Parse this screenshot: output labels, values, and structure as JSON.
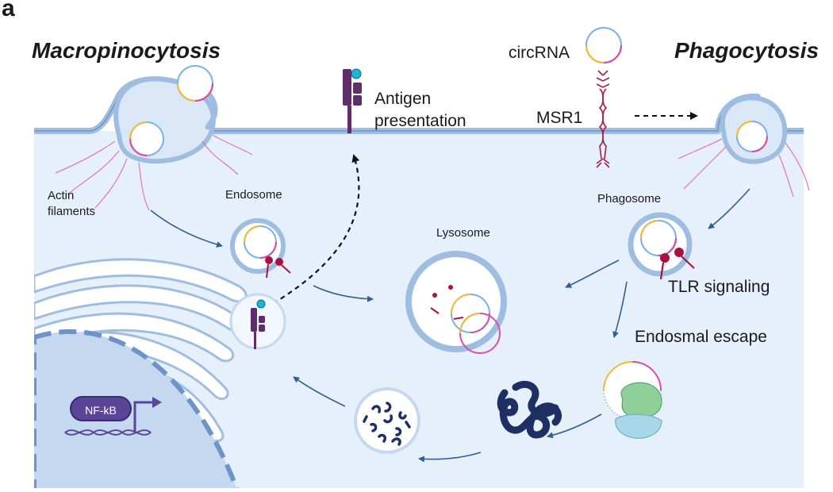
{
  "panel_label": "a",
  "titles": {
    "left": "Macropinocytosis",
    "right": "Phagocytosis"
  },
  "labels": {
    "circrna": "circRNA",
    "antigen": "Antigen",
    "presentation": "presentation",
    "msr1": "MSR1",
    "actin": "Actin",
    "filaments": "filaments",
    "endosome": "Endosome",
    "lysosome": "Lysosome",
    "phagosome": "Phagosome",
    "tlr": "TLR signaling",
    "escape": "Endosmal escape",
    "nfkb": "NF-kB"
  },
  "colors": {
    "cytoplasm": "#e6f0fb",
    "membrane": "#9fbde0",
    "membrane_dark": "#6d93c9",
    "nucleus": "#c4d8ef",
    "circ_blue": "#7ab0e8",
    "circ_pink": "#d54fa8",
    "circ_yellow": "#f4b93c",
    "receptor_purple": "#5e2e6b",
    "tlr_red": "#a8123f",
    "msr1_red": "#a3204a",
    "rna_navy": "#1e2f63",
    "arrow": "#2f5f94",
    "ribosome_green": "#8fcf9a",
    "ribosome_teal": "#a8d8e8",
    "nfkb_purple": "#5b4596",
    "antigen_cyan": "#1fb3d6"
  }
}
